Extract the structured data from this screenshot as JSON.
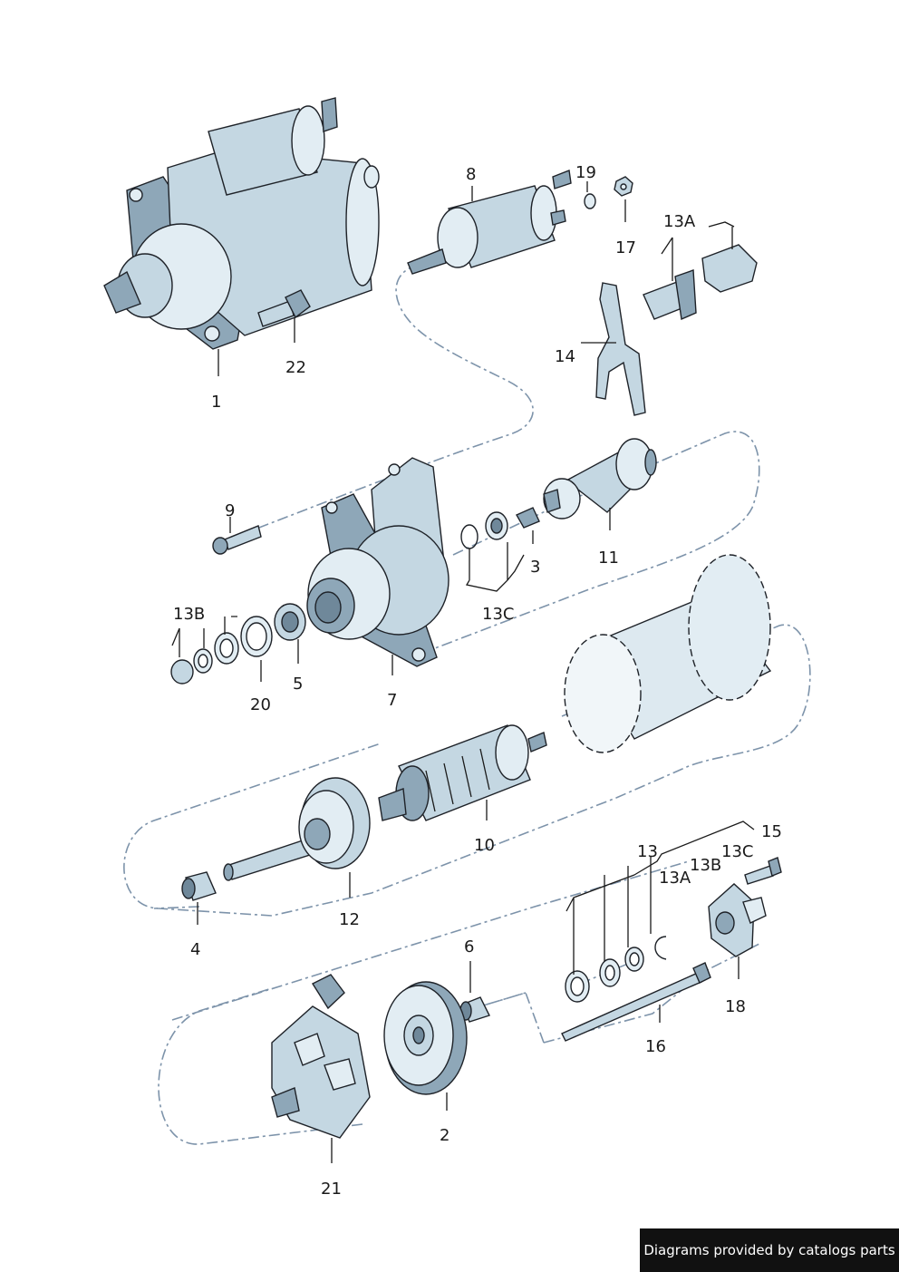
{
  "callouts": {
    "c1": "1",
    "c22": "22",
    "c8": "8",
    "c19": "19",
    "c17": "17",
    "c13A_top": "13A",
    "c14": "14",
    "c9": "9",
    "c11": "11",
    "c3": "3",
    "c13C_mid": "13C",
    "c13B_left": "13B",
    "c20": "20",
    "c5": "5",
    "c7": "7",
    "c10": "10",
    "c12": "12",
    "c4": "4",
    "c15": "15",
    "c13": "13",
    "c13C_r": "13C",
    "c13B_r": "13B",
    "c13A_r": "13A",
    "c6": "6",
    "c18": "18",
    "c16": "16",
    "c2": "2",
    "c21": "21"
  },
  "footer": {
    "credit": "Diagrams provided by catalogs parts"
  },
  "colors": {
    "part_fill": "#c4d7e2",
    "highlight": "#e2edf3",
    "shadow": "#8ea7b8",
    "dash_line": "#7d93aa",
    "credit_bg": "#111111"
  }
}
